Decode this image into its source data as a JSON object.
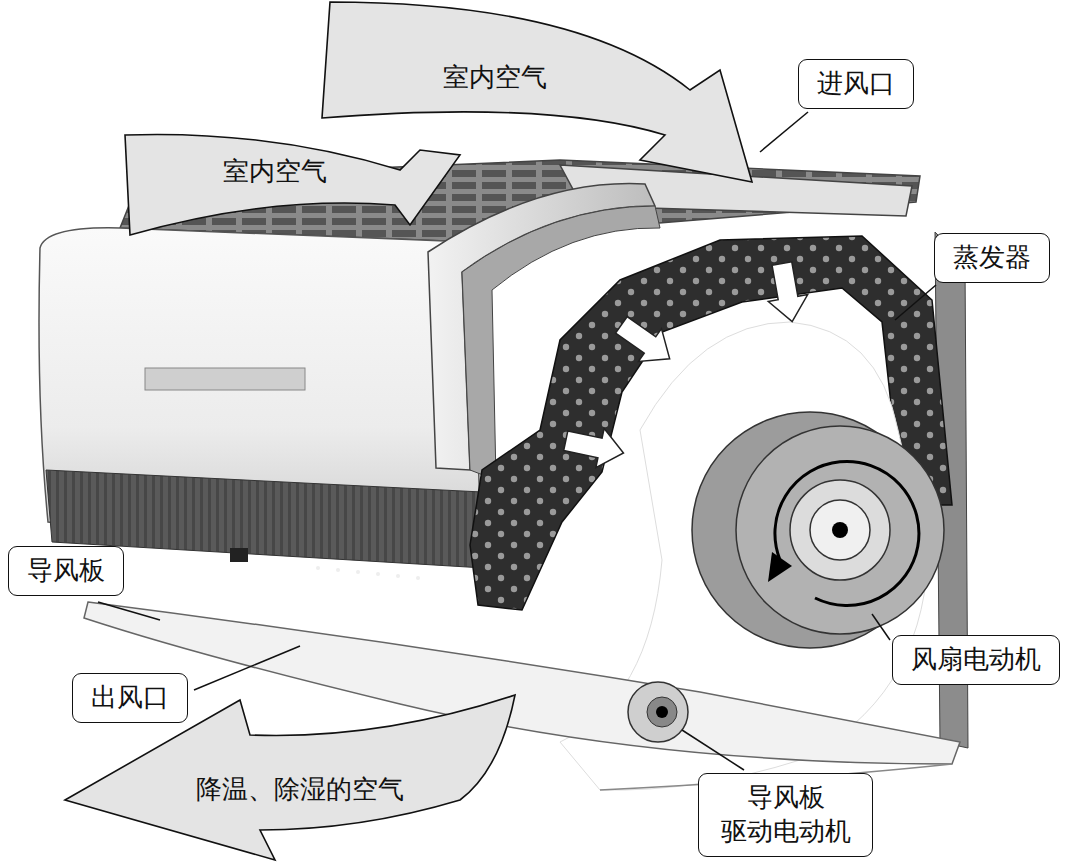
{
  "diagram": {
    "nodes": [
      {
        "text": [
          "室内空气"
        ]
      },
      {
        "text": [
          "进风口"
        ]
      },
      {
        "text": [
          "室内空气"
        ]
      },
      {
        "text": [
          "蒸发器"
        ]
      },
      {
        "text": [
          "风扇电动机"
        ]
      },
      {
        "text": [
          "导风板"
        ]
      },
      {
        "text": [
          "出风口"
        ]
      },
      {
        "text": [
          "降温、除湿的空气"
        ]
      },
      {
        "text": [
          "导风板 驱动电动机"
        ]
      }
    ]
  }
}
